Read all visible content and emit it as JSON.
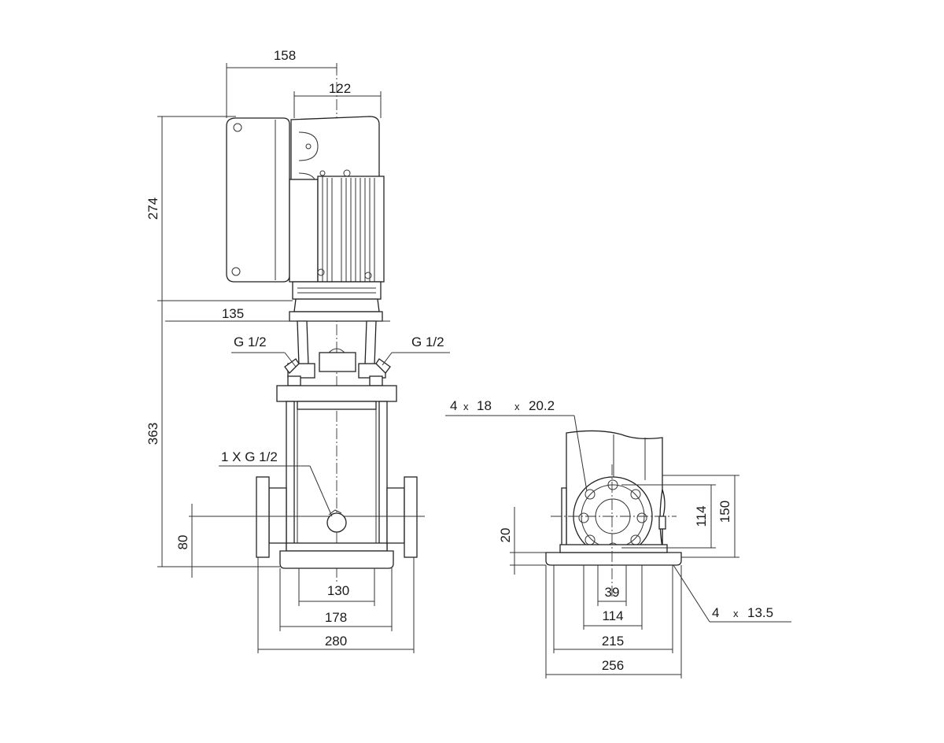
{
  "dimensions": {
    "motor_width_158": "158",
    "motor_width_122": "122",
    "motor_height_274": "274",
    "coupling_135": "135",
    "pump_height_363": "363",
    "inlet_height_80": "80",
    "foot_130": "130",
    "foot_178": "178",
    "foot_280": "280",
    "side_20": "20",
    "flange_114": "114",
    "flange_150": "150",
    "base_39": "39",
    "base_114": "114",
    "base_215": "215",
    "base_256": "256"
  },
  "callouts": {
    "vent_left": "G 1/2",
    "vent_right": "G 1/2",
    "drain": "1 X G 1/2",
    "flange_holes_count": "4",
    "flange_holes_x1": "x",
    "flange_holes_d1": "18",
    "flange_holes_x2": "x",
    "flange_holes_d2": "20.2",
    "base_holes_count": "4",
    "base_holes_x": "x",
    "base_holes_d": "13.5"
  }
}
